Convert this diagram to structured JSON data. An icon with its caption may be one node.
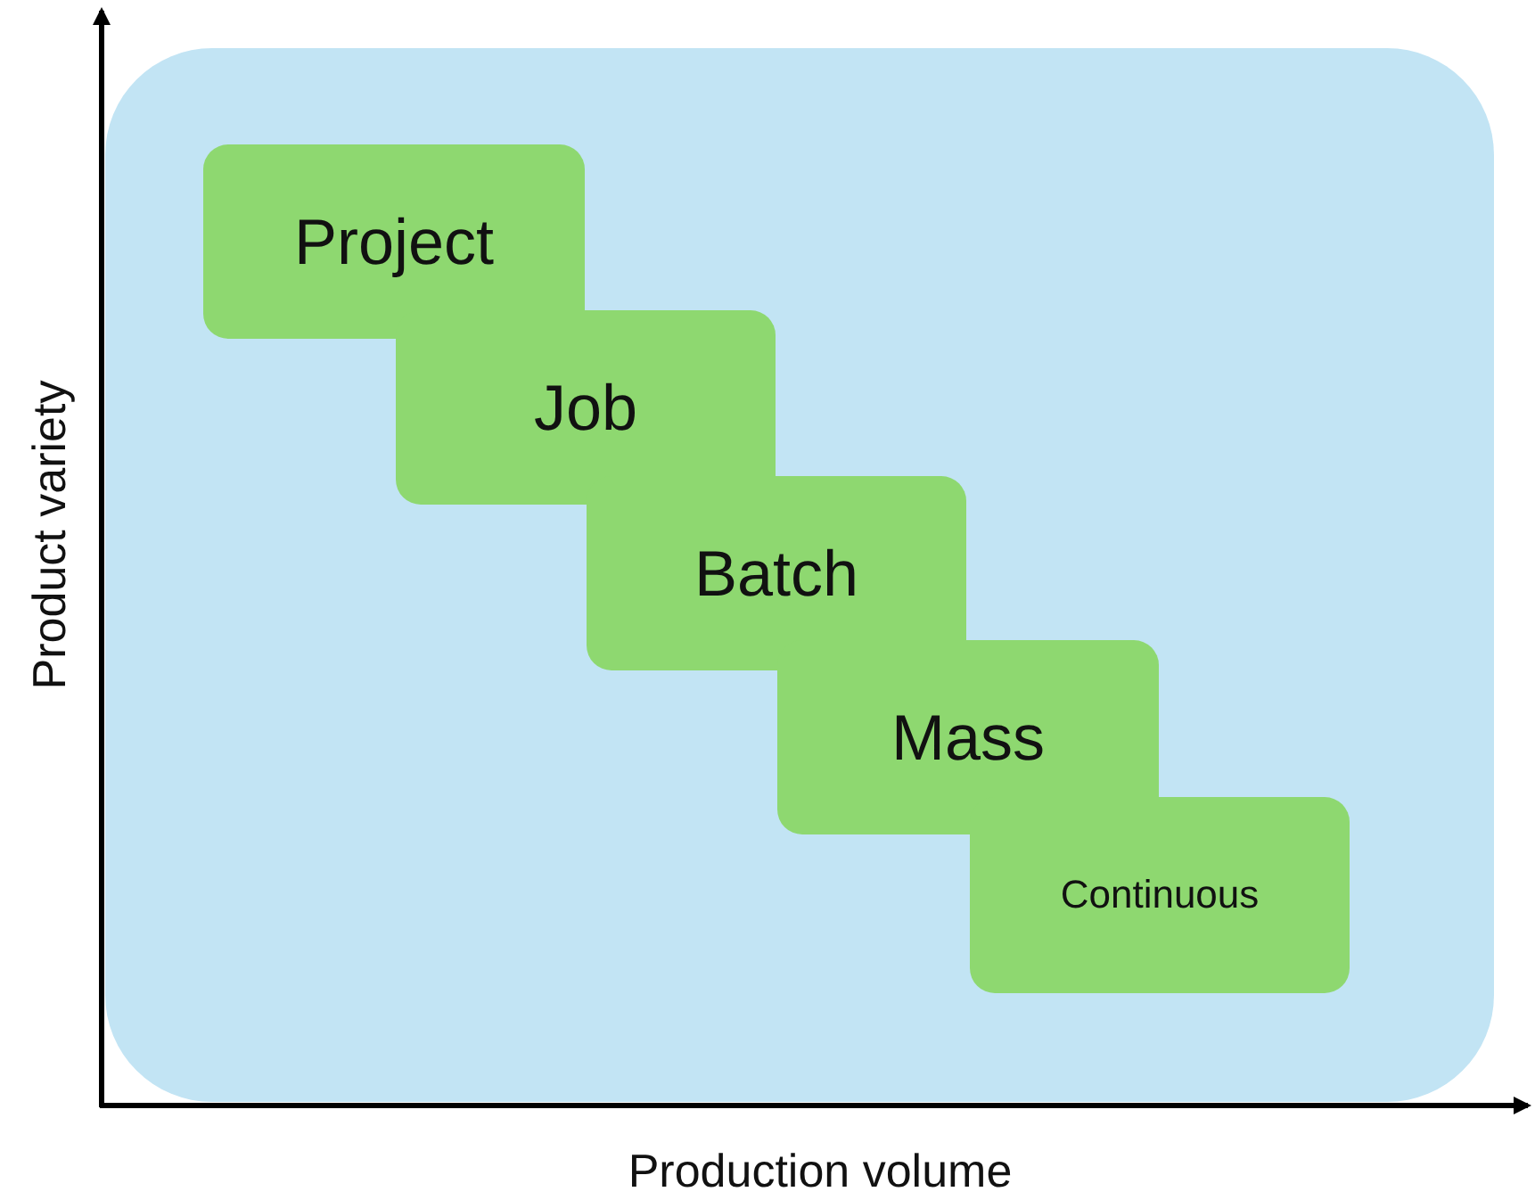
{
  "diagram": {
    "nodes": [
      {
        "text": [],
        "shape": "box"
      },
      {
        "text": [
          "Project"
        ],
        "in": 0
      },
      {
        "text": [
          "Job"
        ],
        "in": 0
      },
      {
        "text": [
          "Batch"
        ],
        "in": 0
      },
      {
        "text": [
          "Mass"
        ],
        "in": 0
      },
      {
        "text": [
          "Continuous"
        ],
        "in": 0
      }
    ],
    "labels": [
      "Product variety",
      "Production volume"
    ]
  }
}
